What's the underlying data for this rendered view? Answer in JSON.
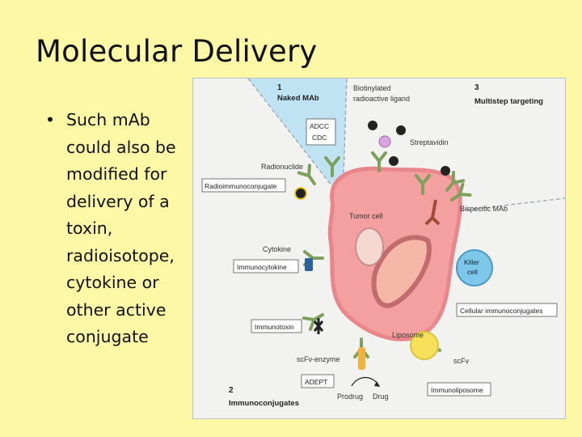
{
  "slide": {
    "title": "Molecular Delivery",
    "bullet_symbol": "•",
    "bullet_text": "Such mAb could also be modified for delivery of a toxin, radioisotope, cytokine or other active conjugate"
  },
  "diagram": {
    "section1": {
      "number": "1",
      "title": "Naked MAb"
    },
    "section2": {
      "number": "2",
      "title": "Immunoconjugates"
    },
    "section3": {
      "number": "3",
      "title": "Multistep targeting"
    },
    "adcc": "ADCC",
    "cdc": "CDC",
    "biotinylated_line1": "Biotinylated",
    "biotinylated_line2": "radioactive ligand",
    "streptavidin": "Streptavidin",
    "radionuclide": "Radionuclide",
    "radioimmunoconjugate": "Radioimmunoconjugate",
    "tumor_cell": "Tumor cell",
    "bispecific_mab": "Bispecific MAb",
    "cytokine": "Cytokine",
    "immunocytokine": "Immunocytokine",
    "killer_line1": "Killer",
    "killer_line2": "cell",
    "cellular_immunoconjugates": "Cellular immunoconjugates",
    "immunotoxin": "Immunotoxin",
    "liposome": "Liposome",
    "scfv_enzyme": "scFv-enzyme",
    "scfv": "scFv",
    "adept": "ADEPT",
    "immunoliposome": "Immunoliposome",
    "prodrug": "Prodrug",
    "drug": "Drug"
  },
  "colors": {
    "background": "#fdf8a6",
    "cell_fill": "#f4a0a0",
    "cell_border": "#e9868c",
    "blue_zone": "#bfe3f3",
    "antibody": "#7da15b",
    "killer_cell": "#7dc7ea",
    "liposome": "#f6e05a"
  }
}
